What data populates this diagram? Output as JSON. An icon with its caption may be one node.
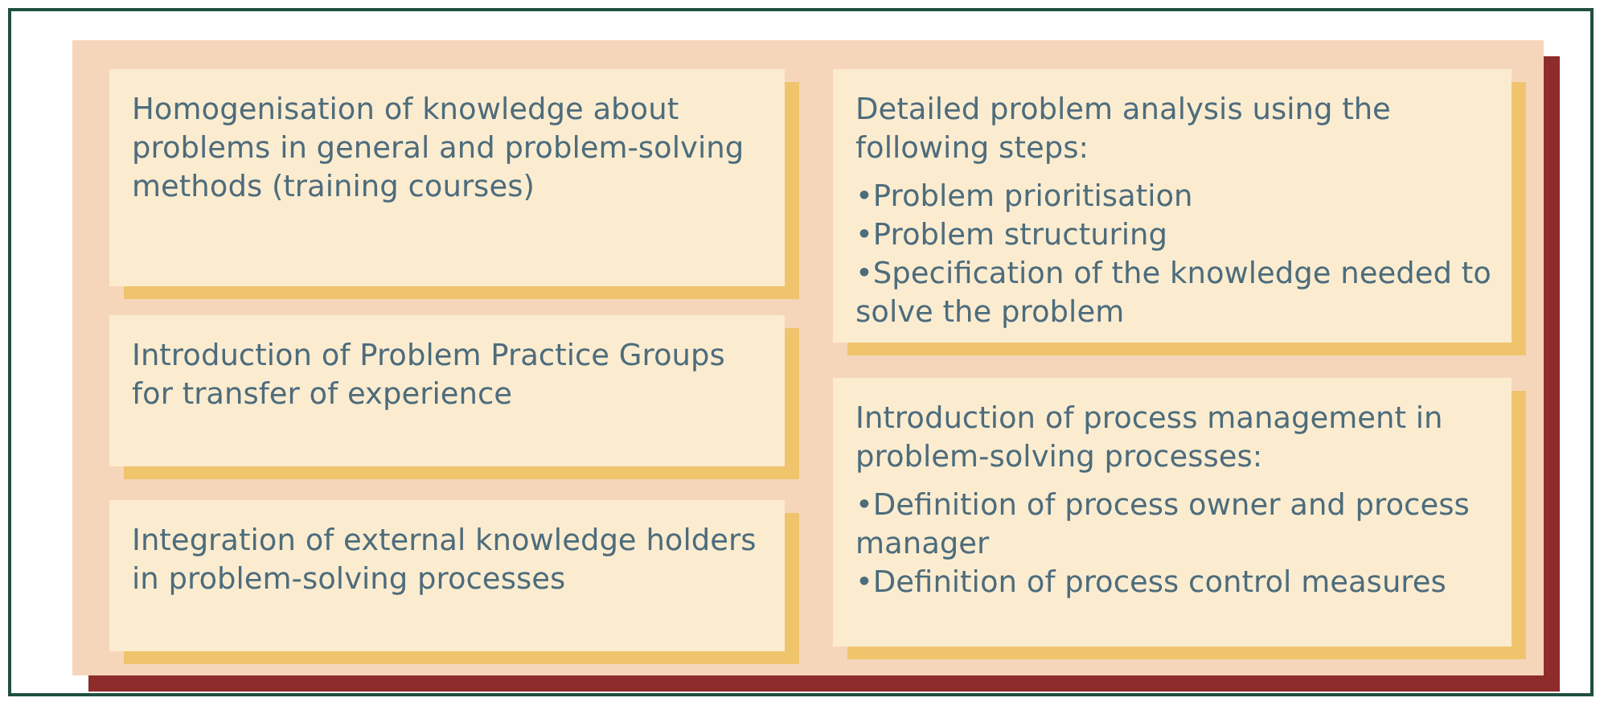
{
  "diagram": {
    "nodes": [
      {
        "text": [],
        "shape": "box"
      },
      {
        "text": [
          "Homogenisation of knowledge about problems in general and problem-solving methods (training courses)"
        ],
        "in": 0
      },
      {
        "text": [
          "Introduction of Problem Practice Groups for transfer of experience"
        ],
        "in": 0
      },
      {
        "text": [
          "Integration of external knowledge holders in problem-solving processes"
        ],
        "in": 0
      },
      {
        "text": [
          "Detailed problem analysis using the following steps:",
          "•Problem prioritisation",
          "•Problem structuring",
          "•Specification of the knowledge needed to solve the problem"
        ],
        "in": 0
      },
      {
        "text": [
          "Introduction of process management in problem-solving processes:",
          "•Definition of process owner and process manager",
          "•Definition of process control measures"
        ],
        "in": 0
      }
    ]
  }
}
